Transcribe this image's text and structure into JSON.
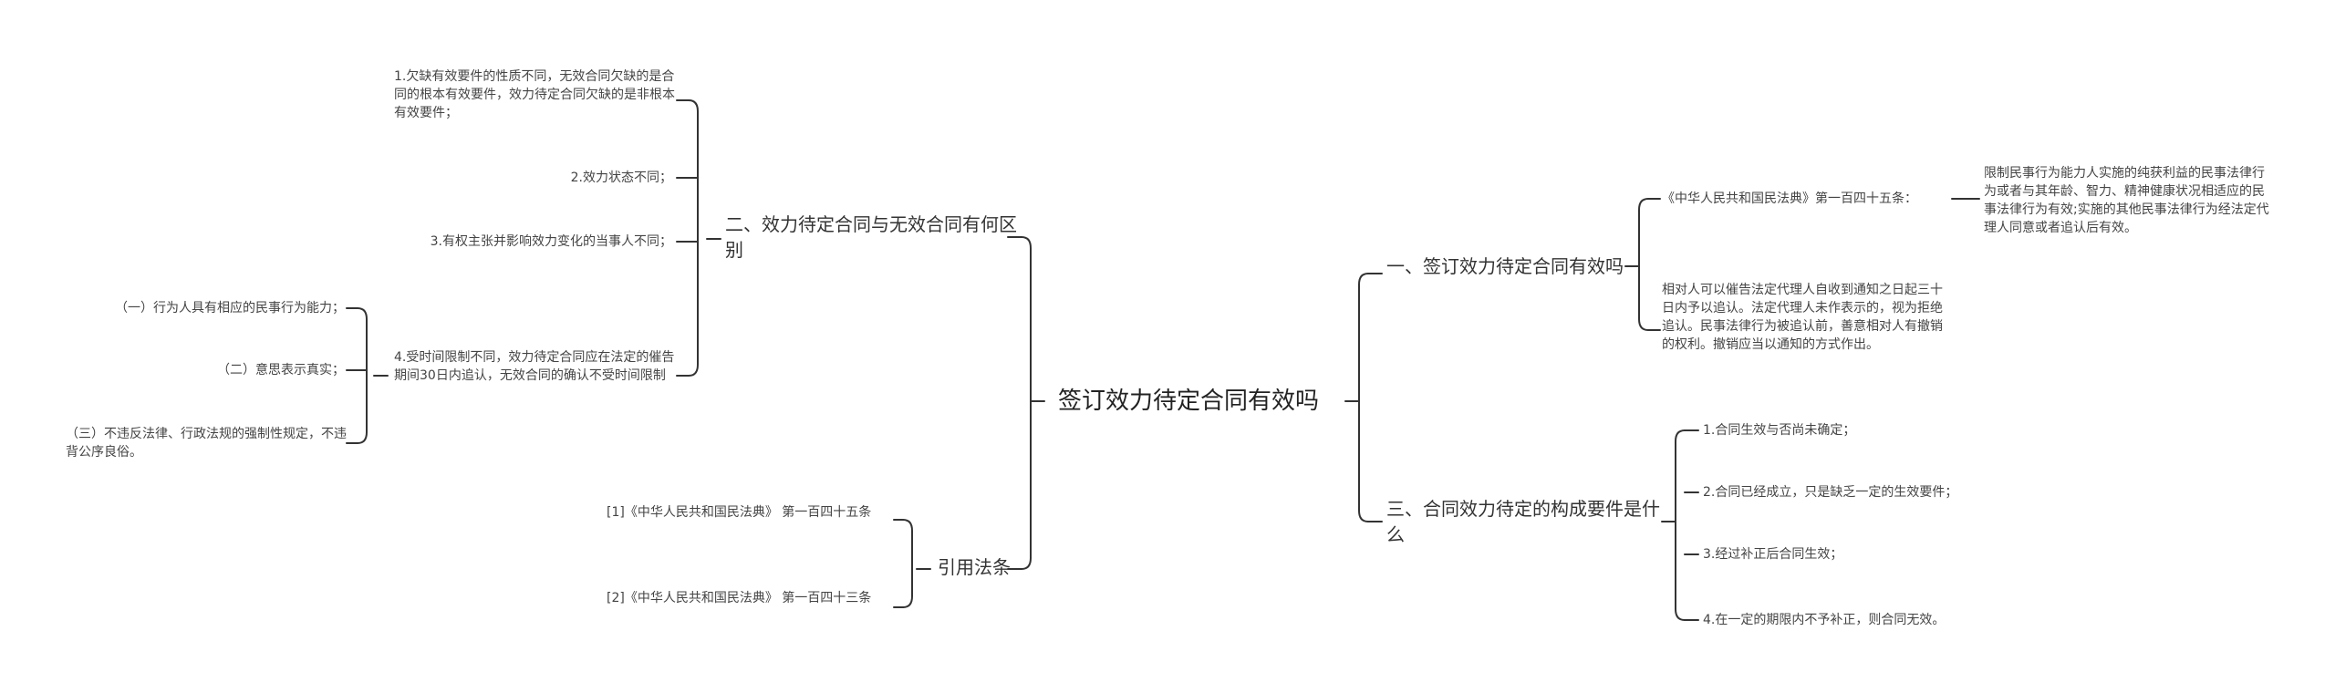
{
  "root": "签订效力待定合同有效吗",
  "branches": {
    "b1": {
      "title": "一、签订效力待定合同有效吗",
      "c1": "《中华人民共和国民法典》第一百四十五条：",
      "c1_detail": "限制民事行为能力人实施的纯获利益的民事法律行为或者与其年龄、智力、精神健康状况相适应的民事法律行为有效;实施的其他民事法律行为经法定代理人同意或者追认后有效。",
      "c2": "相对人可以催告法定代理人自收到通知之日起三十日内予以追认。法定代理人未作表示的，视为拒绝追认。民事法律行为被追认前，善意相对人有撤销的权利。撤销应当以通知的方式作出。"
    },
    "b2": {
      "title": "二、效力待定合同与无效合同有何区别",
      "c1": "1.欠缺有效要件的性质不同，无效合同欠缺的是合同的根本有效要件，效力待定合同欠缺的是非根本有效要件；",
      "c2": "2.效力状态不同；",
      "c3": "3.有权主张并影响效力变化的当事人不同；",
      "c4": "4.受时间限制不同，效力待定合同应在法定的催告期间30日内追认，无效合同的确认不受时间限制",
      "c4_sub": [
        "（一）行为人具有相应的民事行为能力；",
        "（二）意思表示真实；",
        "（三）不违反法律、行政法规的强制性规定，不违背公序良俗。"
      ]
    },
    "b3": {
      "title": "三、合同效力待定的构成要件是什么",
      "items": [
        "1.合同生效与否尚未确定；",
        "2.合同已经成立，只是缺乏一定的生效要件；",
        "3.经过补正后合同生效；",
        "4.在一定的期限内不予补正，则合同无效。"
      ]
    },
    "b4": {
      "title": "引用法条",
      "items": [
        "[1]《中华人民共和国民法典》 第一百四十五条",
        "[2]《中华人民共和国民法典》 第一百四十三条"
      ]
    }
  },
  "colors": {
    "line": "#333333",
    "text": "#333333"
  }
}
